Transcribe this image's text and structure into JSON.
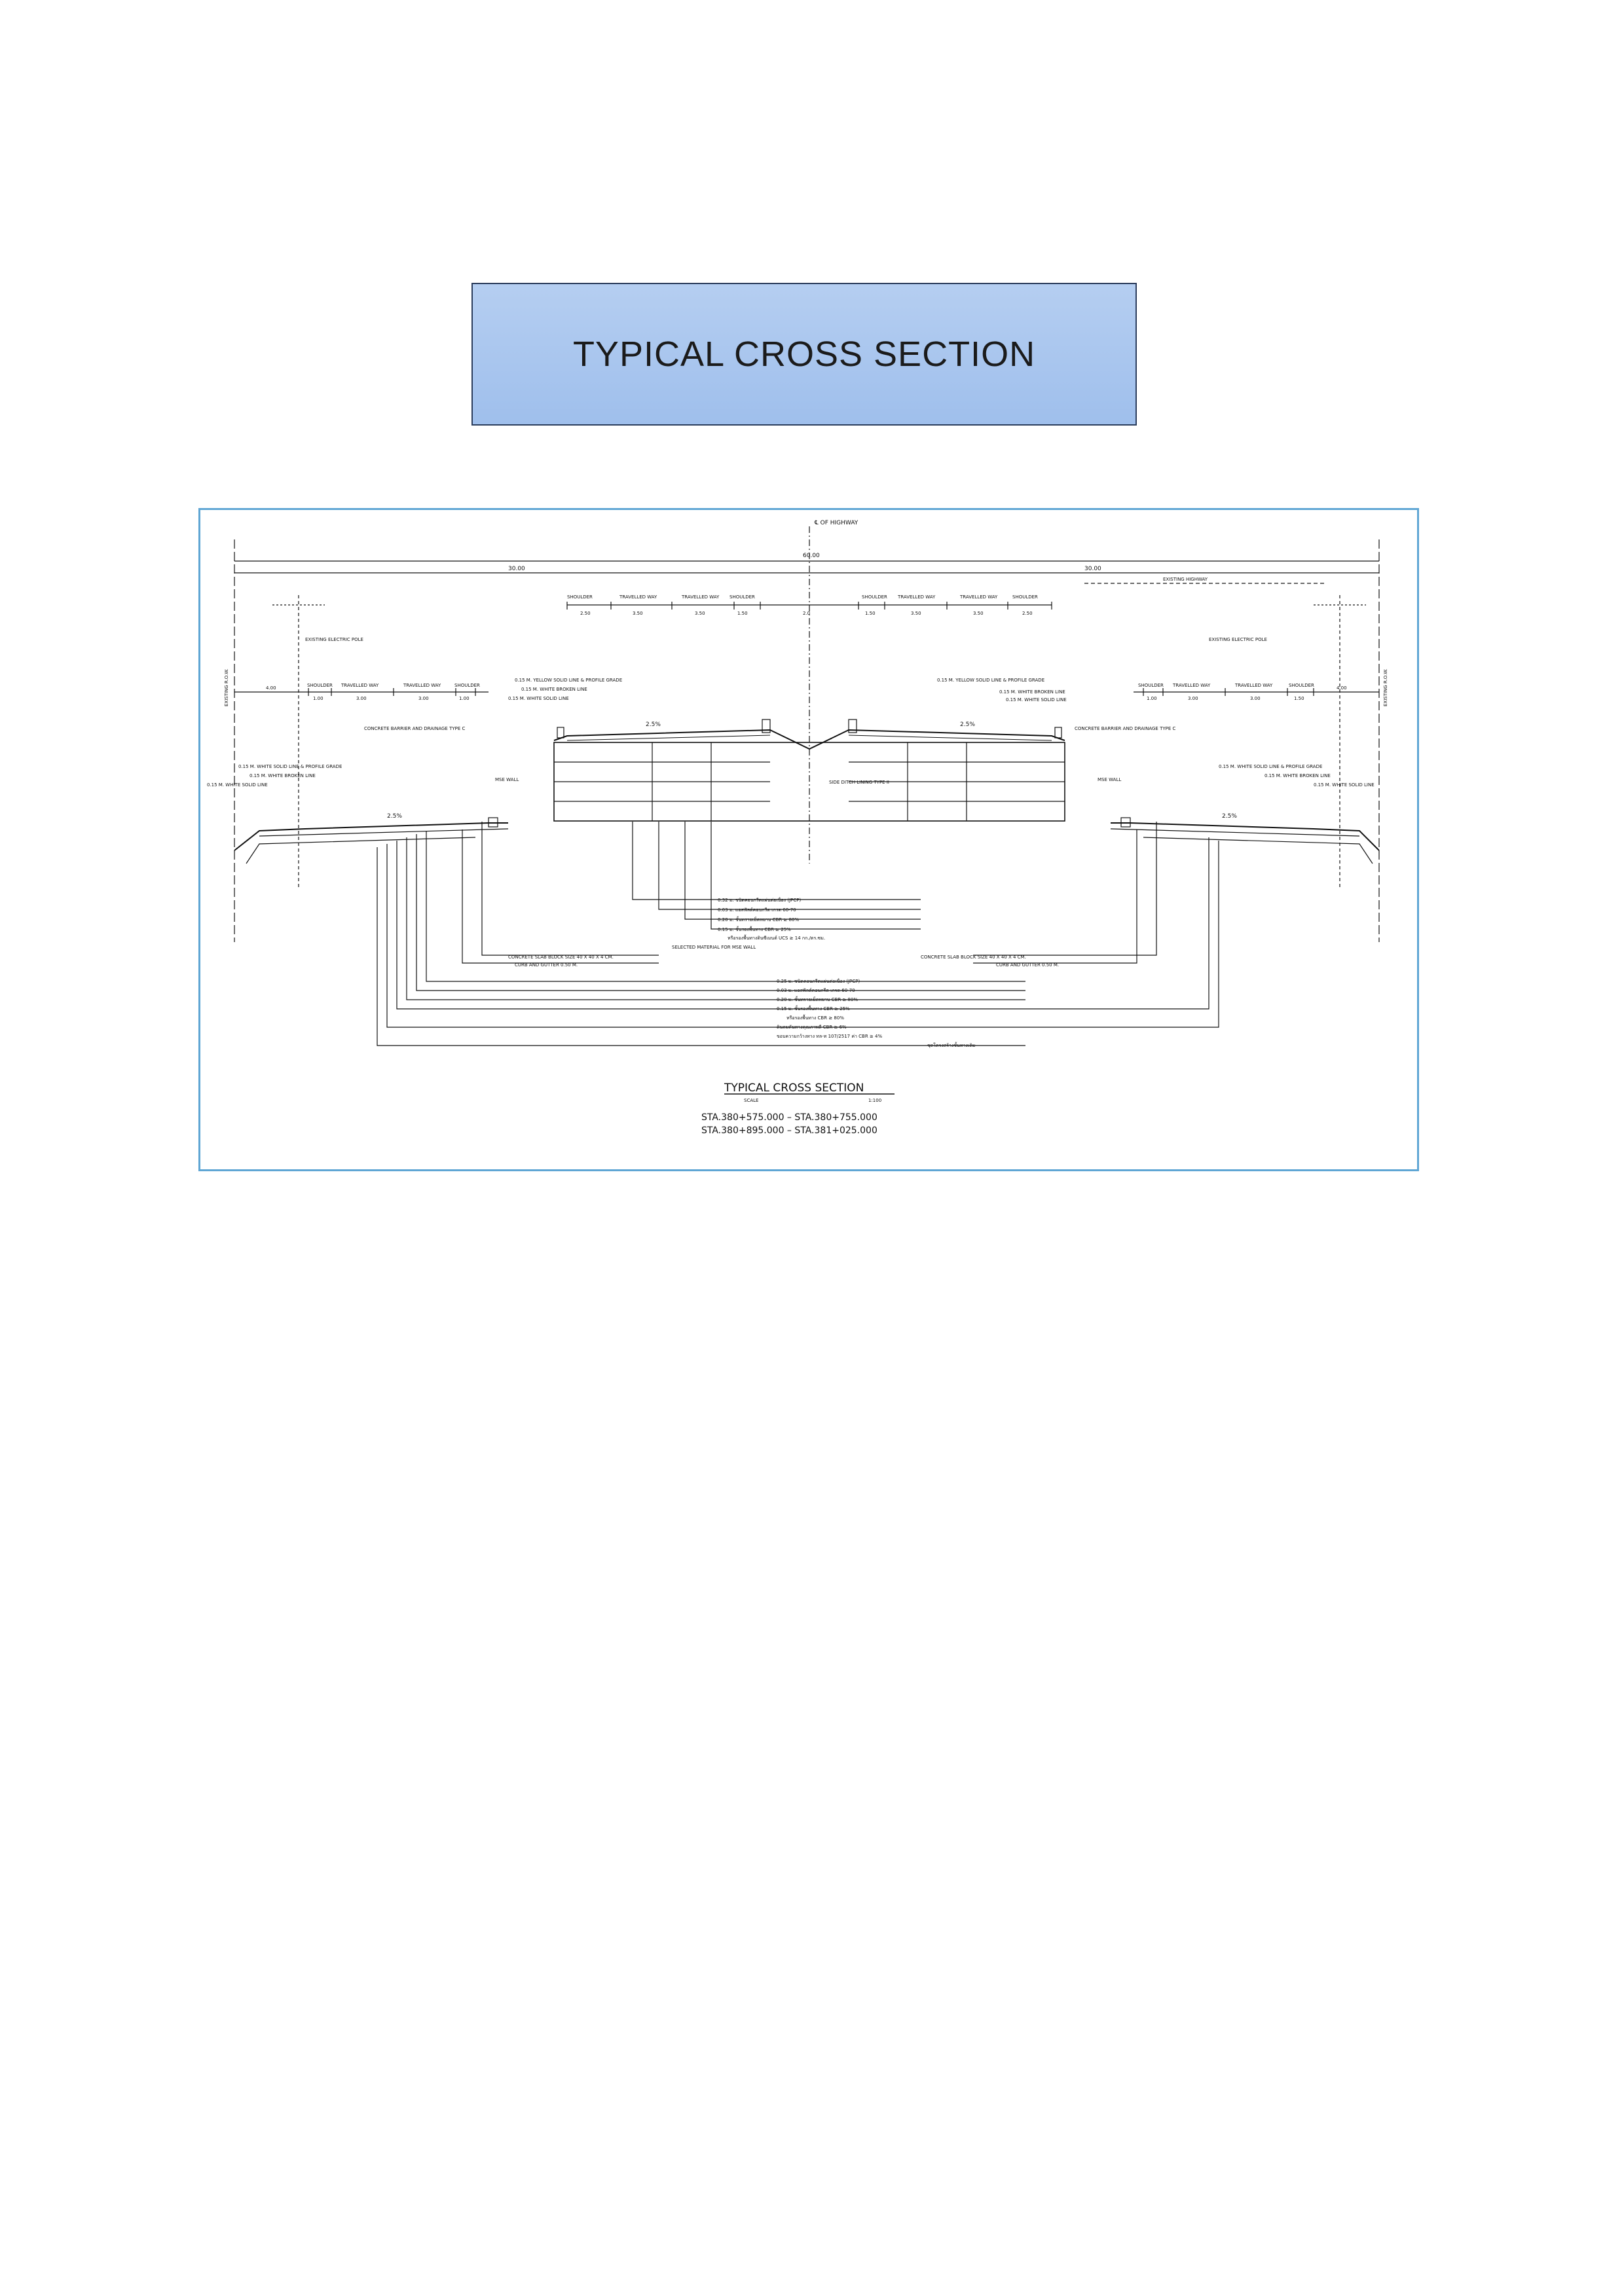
{
  "header": {
    "title": "TYPICAL CROSS SECTION"
  },
  "drawing": {
    "centerline_label": "℄ OF HIGHWAY",
    "total_width": "60.00",
    "half_width_left": "30.00",
    "half_width_right": "30.00",
    "existing_highway": "EXISTING HIGHWAY",
    "row_left": "EXISTING R.O.W.",
    "row_right": "EXISTING R.O.W.",
    "electric_pole_left": "EXISTING ELECTRIC POLE",
    "electric_pole_right": "EXISTING ELECTRIC POLE",
    "upper_lanes_left": [
      {
        "label": "SHOULDER",
        "width": "2.50"
      },
      {
        "label": "TRAVELLED WAY",
        "width": "3.50"
      },
      {
        "label": "TRAVELLED WAY",
        "width": "3.50"
      },
      {
        "label": "SHOULDER",
        "width": "1.50"
      }
    ],
    "median_width": "2.0",
    "upper_lanes_right": [
      {
        "label": "SHOULDER",
        "width": "1.50"
      },
      {
        "label": "TRAVELLED WAY",
        "width": "3.50"
      },
      {
        "label": "TRAVELLED WAY",
        "width": "3.50"
      },
      {
        "label": "SHOULDER",
        "width": "2.50"
      }
    ],
    "lower_left_offset": "4.00",
    "lower_lanes_left": [
      {
        "label": "SHOULDER",
        "width": "1.00"
      },
      {
        "label": "TRAVELLED WAY",
        "width": "3.00"
      },
      {
        "label": "TRAVELLED WAY",
        "width": "3.00"
      },
      {
        "label": "SHOULDER",
        "width": "1.00"
      }
    ],
    "lower_right_offset": "4.00",
    "lower_lanes_right": [
      {
        "label": "SHOULDER",
        "width": "1.00"
      },
      {
        "label": "TRAVELLED WAY",
        "width": "3.00"
      },
      {
        "label": "TRAVELLED WAY",
        "width": "3.00"
      },
      {
        "label": "SHOULDER",
        "width": "1.50"
      }
    ],
    "slope": "2.5%",
    "labels": {
      "yellow_line": "0.15 M. YELLOW SOLID LINE & PROFILE GRADE",
      "white_broken": "0.15 M. WHITE BROKEN LINE",
      "white_solid": "0.15 M. WHITE SOLID LINE",
      "white_solid_profile": "0.15 M. WHITE SOLID LINE & PROFILE GRADE",
      "barrier": "CONCRETE BARRIER AND DRAINAGE TYPE C",
      "mse_wall": "MSE WALL",
      "side_ditch": "SIDE DITCH LINING TYPE II"
    },
    "layers_center": [
      "0.32 ม. ชนิดคอนกรีตแผ่นต่อเนื่อง (JPCP)",
      "0.03 ม. แอสฟัลต์คอนกรีต เกรด 60-70",
      "0.20 ม. ชั้นทรายเม็ดหยาบ CBR ≥ 80%",
      "0.15 ม. ชั้นรองพื้นทาง CBR ≥ 25%",
      "หรือรองพื้นทางดินซีเมนต์ UCS ≥ 14 กก./ตร.ซม.",
      "SELECTED MATERIAL FOR MSE WALL"
    ],
    "slab_block_left": "CONCRETE SLAB BLOCK SIZE 40 X 40 X 4 CM.",
    "curb_left": "CURB AND GUTTER 0.50 M.",
    "slab_block_right": "CONCRETE SLAB BLOCK SIZE 40 X 40 X 4 CM.",
    "curb_right": "CURB AND GUTTER 0.50 M.",
    "layers_side": [
      "0.25 ม. ชนิดคอนกรีตแผ่นต่อเนื่อง (JPCP)",
      "0.03 ม. แอสฟัลต์คอนกรีต เกรด 60-70",
      "0.20 ม. ชั้นทรายเม็ดหยาบ CBR ≥ 80%",
      "0.15 ม. ชั้นรองพื้นทาง CBR ≥ 25%",
      "หรือรองพื้นทาง CBR ≥ 80%",
      "ดินถมคันทางคุณภาพดี CBR ≥ 6%",
      "ขอบความกว้างทาง ทล-ท 107/2517 ค่า CBR ≥ 4%",
      "ชุดโครงสร้างชั้นทางเดิม"
    ],
    "caption": {
      "title": "TYPICAL CROSS SECTION",
      "scale_label": "SCALE",
      "scale_value": "1:100",
      "station_1": "STA.380+575.000  –  STA.380+755.000",
      "station_2": "STA.380+895.000  –  STA.381+025.000"
    }
  }
}
